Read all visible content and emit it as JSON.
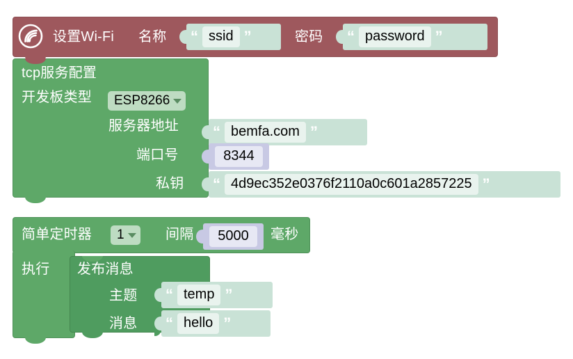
{
  "app": {
    "type": "blockly-visual-programming-canvas",
    "background": "#ffffff",
    "colors": {
      "wifi_block": "#9e585d",
      "tcp_block": "#5ea868",
      "timer_block": "#5ea868",
      "publish_block": "#4f9c5f",
      "string_value": "#c9e2d6",
      "number_value": "#c8c9e4",
      "field_text": "#e9f3ee",
      "field_number": "#e7e8f4",
      "dropdown": "#bedcc2",
      "label_text": "#ffffff"
    }
  },
  "blocks": {
    "wifi": {
      "icon": "esp-wifi-logo-icon",
      "title": "设置Wi-Fi",
      "ssid_label": "名称",
      "ssid_value": "ssid",
      "password_label": "密码",
      "password_value": "password",
      "quote_open": "“",
      "quote_close": "”"
    },
    "tcp": {
      "title": "tcp服务配置",
      "board_label": "开发板类型",
      "board_value": "ESP8266",
      "server_label": "服务器地址",
      "server_value": "bemfa.com",
      "port_label": "端口号",
      "port_value": "8344",
      "key_label": "私钥",
      "key_value": "4d9ec352e0376f2110a0c601a2857225"
    },
    "timer": {
      "title": "简单定时器",
      "index_value": "1",
      "interval_label": "间隔",
      "interval_value": "5000",
      "unit_label": "毫秒",
      "do_label": "执行"
    },
    "publish": {
      "title": "发布消息",
      "topic_label": "主题",
      "topic_value": "temp",
      "message_label": "消息",
      "message_value": "hello"
    }
  }
}
